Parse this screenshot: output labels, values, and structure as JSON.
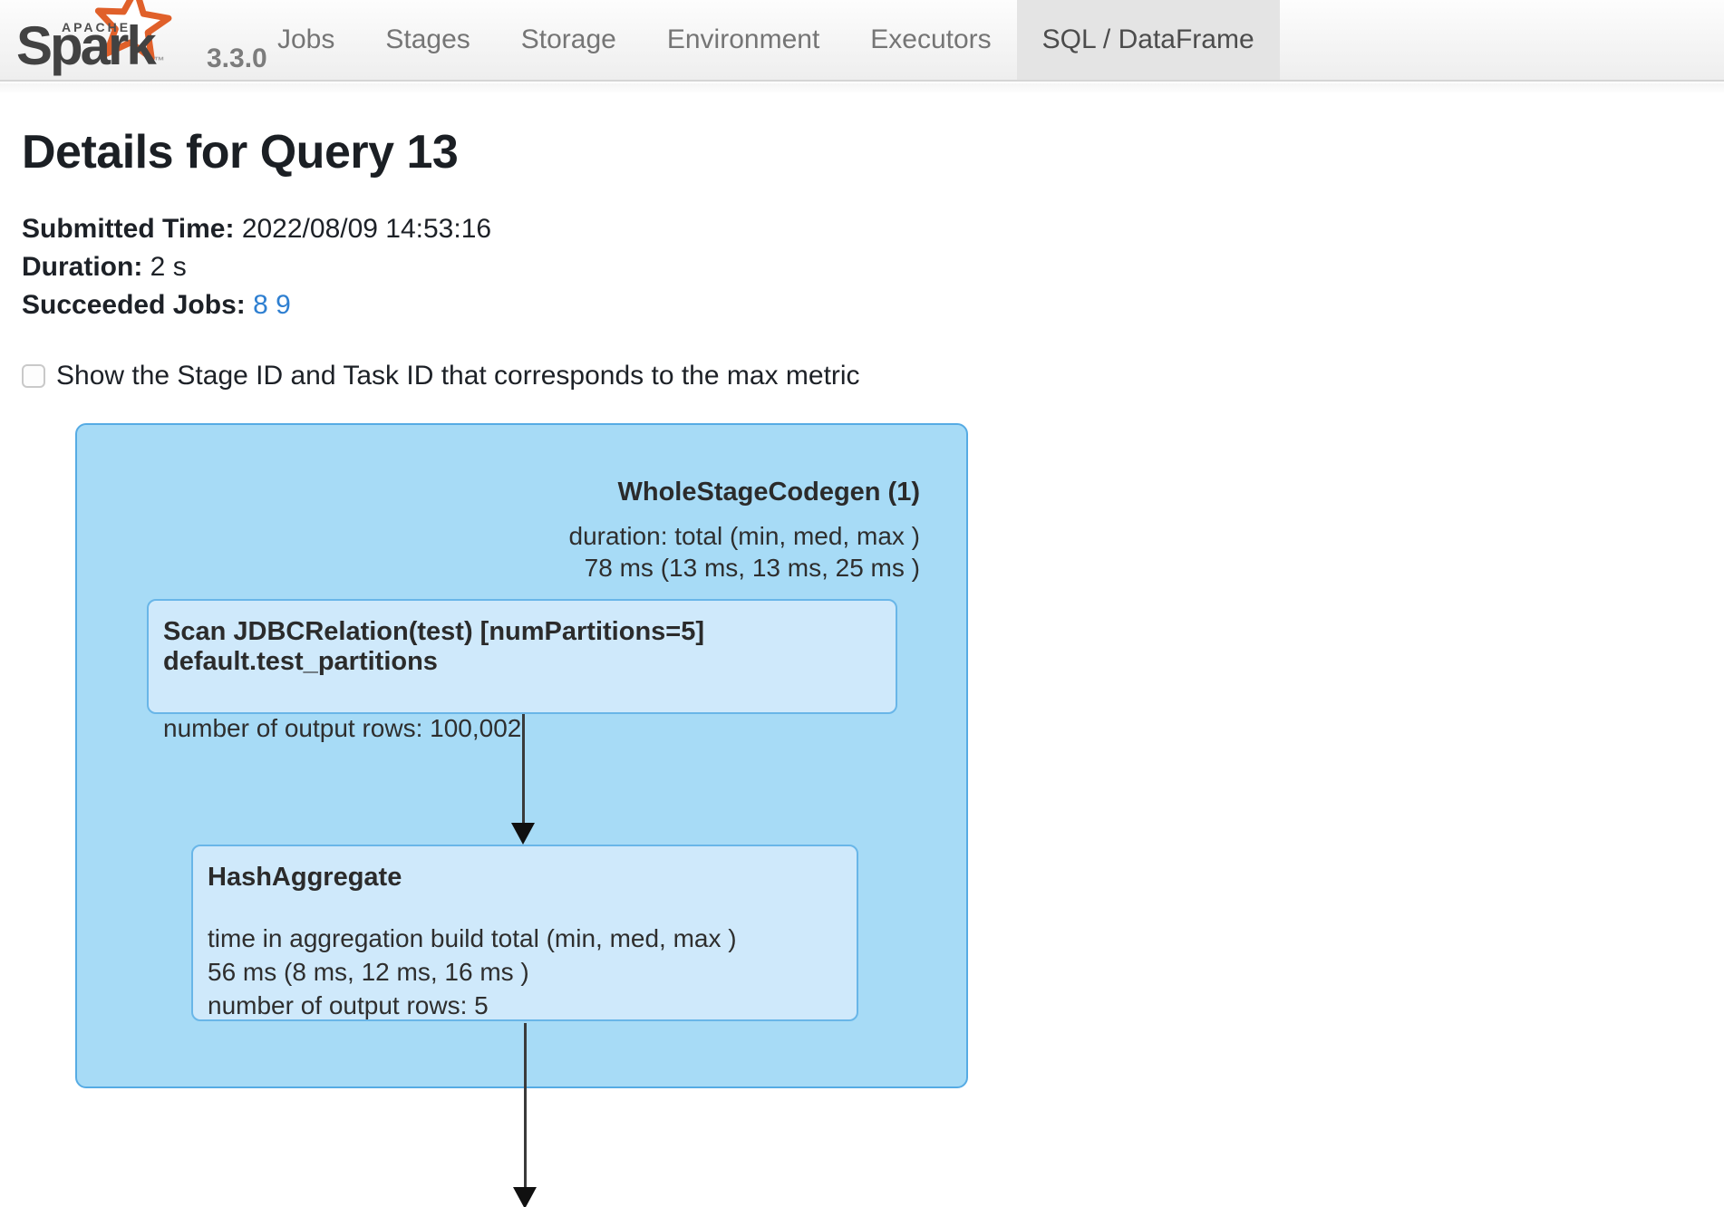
{
  "navbar": {
    "logo": {
      "apache": "APACHE",
      "brand": "Spark",
      "tm": "™",
      "version": "3.3.0"
    },
    "tabs": [
      {
        "label": "Jobs",
        "active": false
      },
      {
        "label": "Stages",
        "active": false
      },
      {
        "label": "Storage",
        "active": false
      },
      {
        "label": "Environment",
        "active": false
      },
      {
        "label": "Executors",
        "active": false
      },
      {
        "label": "SQL / DataFrame",
        "active": true
      }
    ]
  },
  "page": {
    "title": "Details for Query 13",
    "submitted_time_label": "Submitted Time:",
    "submitted_time": "2022/08/09 14:53:16",
    "duration_label": "Duration:",
    "duration": "2 s",
    "succeeded_jobs_label": "Succeeded Jobs:",
    "succeeded_jobs": [
      "8",
      "9"
    ],
    "checkbox_label": "Show the Stage ID and Task ID that corresponds to the max metric",
    "checkbox_checked": false
  },
  "plan": {
    "cluster": {
      "title": "WholeStageCodegen (1)",
      "metric_line1": "duration: total (min, med, max )",
      "metric_line2": "78 ms (13 ms, 13 ms, 25 ms )"
    },
    "nodes": [
      {
        "title": "Scan JDBCRelation(test) [numPartitions=5] default.test_partitions",
        "metrics": [
          "number of output rows: 100,002"
        ]
      },
      {
        "title": "HashAggregate",
        "metrics": [
          "time in aggregation build total (min, med, max )",
          "56 ms (8 ms, 12 ms, 16 ms )",
          "number of output rows: 5"
        ]
      }
    ],
    "colors": {
      "cluster_fill": "#a7dbf6",
      "node_fill": "#cfe9fb",
      "border_blue": "#56abe4",
      "link_blue": "#2e7fd1",
      "star_orange": "#e0602a"
    }
  }
}
